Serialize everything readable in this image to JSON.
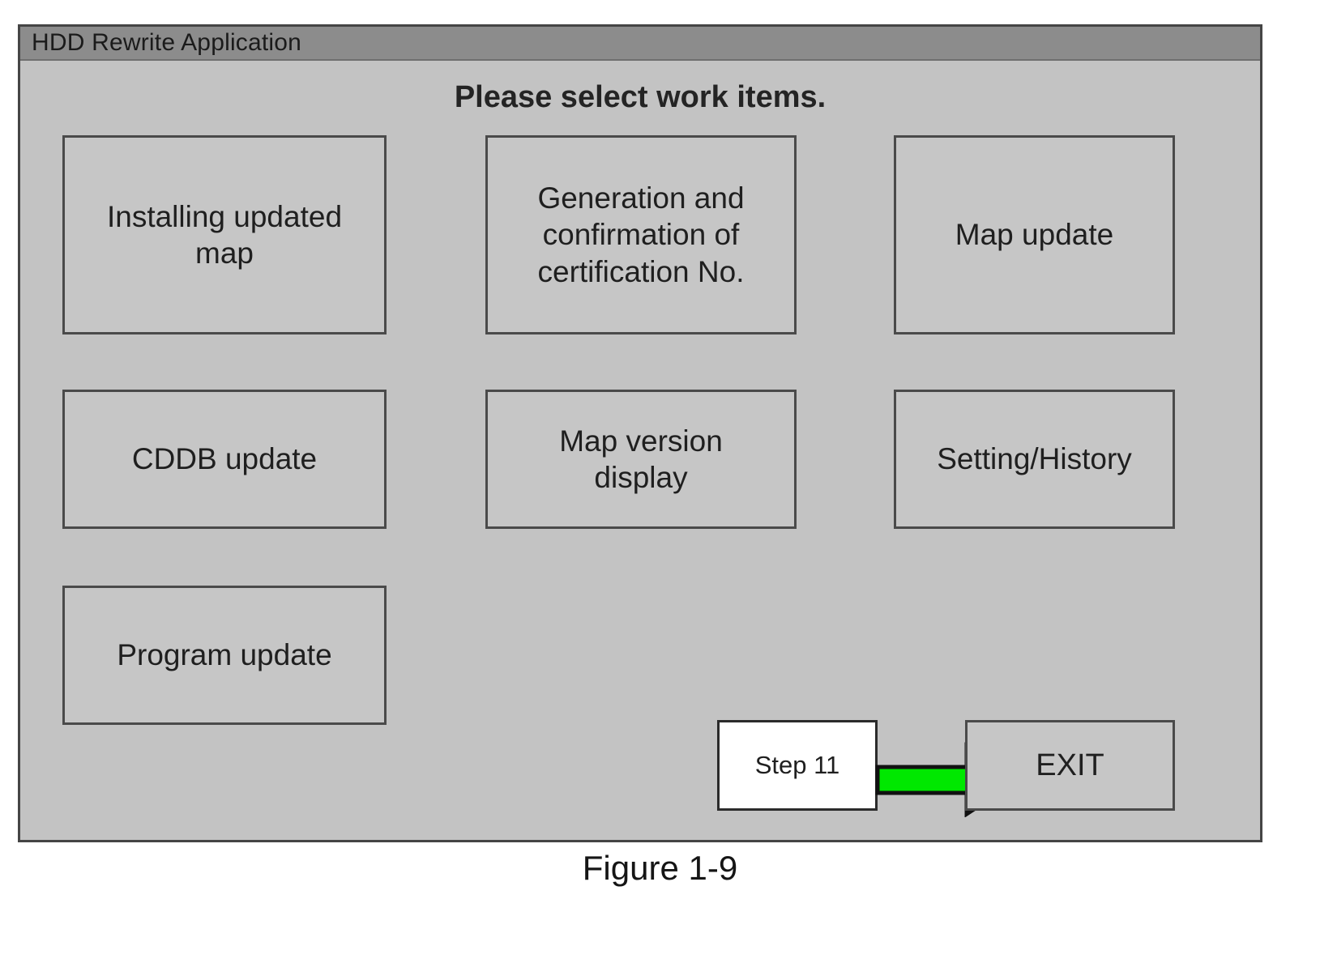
{
  "window": {
    "title": "HDD Rewrite Application",
    "heading": "Please select work items.",
    "title_bar_color": "#8c8c8c",
    "body_color": "#c3c3c3",
    "border_color": "#454545"
  },
  "work_items": [
    {
      "name": "installing-updated-map",
      "lines": [
        "Installing updated",
        "map"
      ]
    },
    {
      "name": "generation-confirmation-certification-no",
      "lines": [
        "Generation and",
        "confirmation of",
        "certification No."
      ]
    },
    {
      "name": "map-update",
      "lines": [
        "Map update"
      ]
    },
    {
      "name": "cddb-update",
      "lines": [
        "CDDB update"
      ]
    },
    {
      "name": "map-version-display",
      "lines": [
        "Map version",
        "display"
      ]
    },
    {
      "name": "setting-history",
      "lines": [
        "Setting/History"
      ]
    },
    {
      "name": "program-update",
      "lines": [
        "Program update"
      ]
    }
  ],
  "callout": {
    "step_label": "Step 11",
    "arrow_color": "#00e800",
    "arrow_outline_color": "#111111",
    "arrow_direction": "right"
  },
  "exit": {
    "label": "EXIT"
  },
  "caption": {
    "text": "Figure 1-9"
  }
}
